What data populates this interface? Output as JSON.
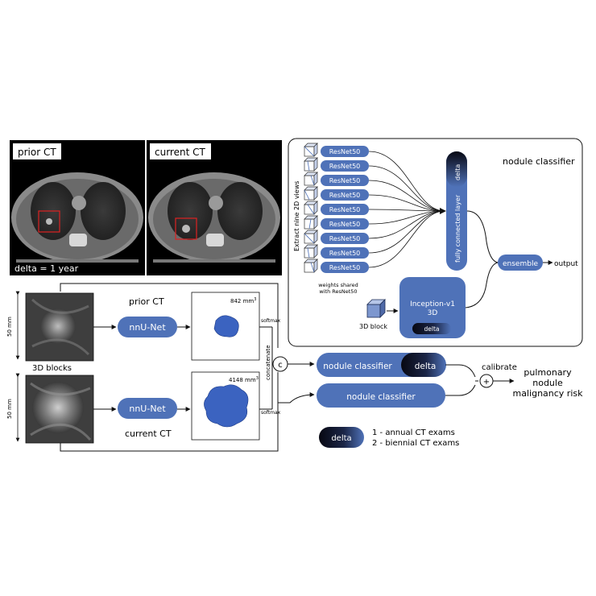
{
  "ct_panels": {
    "prior_label": "prior CT",
    "current_label": "current CT",
    "delta_label": "delta = 1 year"
  },
  "blocks": {
    "size_top": "50 mm",
    "size_bottom": "50 mm",
    "caption": "3D blocks",
    "prior_label": "prior CT",
    "current_label": "current CT",
    "unet_top": "nnU-Net",
    "unet_bottom": "nnU-Net",
    "vol_prior": "842 mm",
    "vol_current": "4148 mm",
    "vol_exp": "3",
    "softmax_top": "softmax",
    "softmax_bottom": "softmax",
    "concatenate": "concatenate",
    "concat_symbol": "c"
  },
  "classifier_panel": {
    "title": "nodule classifier",
    "views_label": "Extract nine 2D views",
    "resnet": [
      "ResNet50",
      "ResNet50",
      "ResNet50",
      "ResNet50",
      "ResNet50",
      "ResNet50",
      "ResNet50",
      "ResNet50",
      "ResNet50"
    ],
    "weights_note": [
      "weights shared",
      "with ResNet50"
    ],
    "fc_layer": "fully connected layer",
    "delta": "delta",
    "ensemble": "ensemble",
    "output": "output",
    "block_label": "3D block",
    "inception": [
      "Inception-v1",
      "3D"
    ],
    "inception_delta": "delta"
  },
  "pipeline": {
    "classifier_delta": "nodule classifier",
    "delta": "delta",
    "classifier": "nodule classifier",
    "calibrate": "calibrate",
    "plus": "+",
    "risk": [
      "pulmonary",
      "nodule",
      "malignancy risk"
    ]
  },
  "legend": {
    "delta": "delta",
    "items": [
      "1 - annual CT exams",
      "2 - biennial CT exams"
    ]
  },
  "colors": {
    "accent_blue": "#4f72b8",
    "dark_navy": "#0d1020",
    "line": "#111111"
  }
}
